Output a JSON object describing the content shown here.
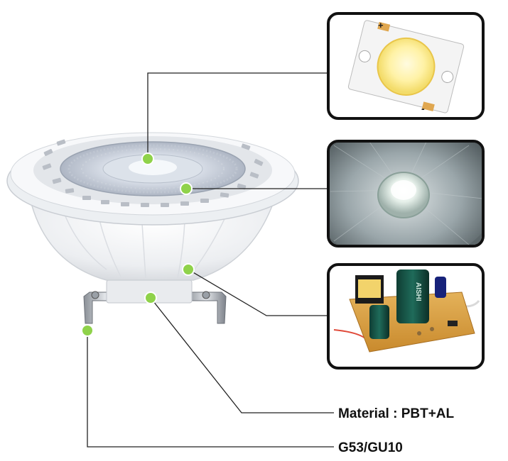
{
  "labels": {
    "material": "Material : PBT+AL",
    "base": "G53/GU10"
  },
  "panels": [
    {
      "name": "cob-led-chip",
      "polarity_plus": "+",
      "polarity_minus": "-"
    },
    {
      "name": "reflector-lens"
    },
    {
      "name": "driver-circuit-board",
      "capacitor_marking": "AISHI"
    }
  ],
  "colors": {
    "callout_dot": "#8fd24a",
    "leader_line": "#222222",
    "panel_border": "#111111",
    "lamp_body": "#eef0f2"
  }
}
